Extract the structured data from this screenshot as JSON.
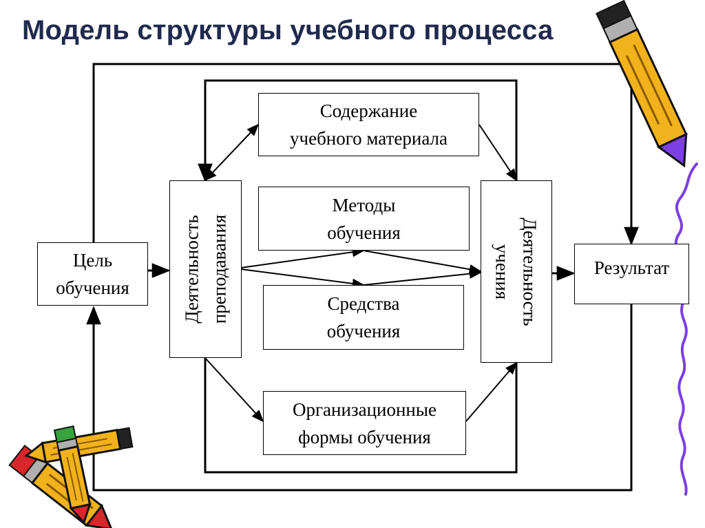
{
  "title": "Модель структуры учебного процесса",
  "boxes": {
    "goal": "Цель\nобучения",
    "teaching": "Деятельность\nпреподавания",
    "content": "Содержание\nучебного материала",
    "methods": "Методы\nобучения",
    "means": "Средства\nобучения",
    "forms": "Организационные\nформы обучения",
    "learning": "Деятельность\nучения",
    "result": "Результат"
  },
  "colors": {
    "title": "#1f2a4d",
    "lines": "#000000",
    "pencil_body": "#f2b21c",
    "pencil_outline": "#111111",
    "pencil_eraser_red": "#d8262b",
    "pencil_eraser_green": "#37a33e",
    "squiggle": "#7b3fe4"
  },
  "decorations": [
    "pencil-icon",
    "pencil-icon",
    "pencil-icon",
    "purple-squiggle"
  ]
}
